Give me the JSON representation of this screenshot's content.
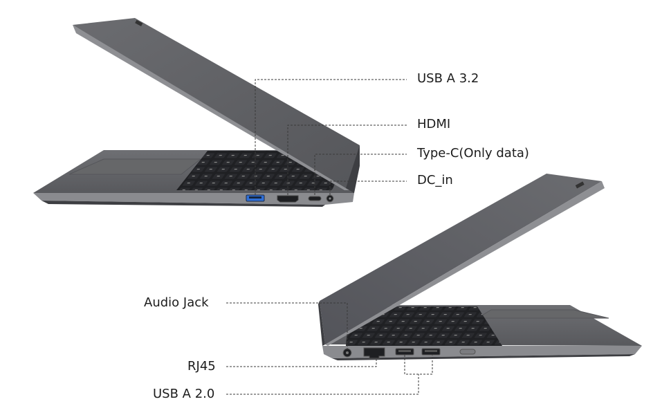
{
  "callouts": {
    "usb_a_32": "USB A 3.2",
    "hdmi": "HDMI",
    "type_c": "Type-C(Only data)",
    "dc_in": "DC_in",
    "audio_jack": "Audio Jack",
    "rj45": "RJ45",
    "usb_a_20": "USB A 2.0"
  },
  "colors": {
    "chassis": "#5f6064",
    "chassis_edge": "#3d3e42",
    "keyboard": "#1f2023",
    "key_legend": "#c9c9c9",
    "usb3_blue": "#2f6fd6",
    "leader_line": "#3a3a3a"
  }
}
